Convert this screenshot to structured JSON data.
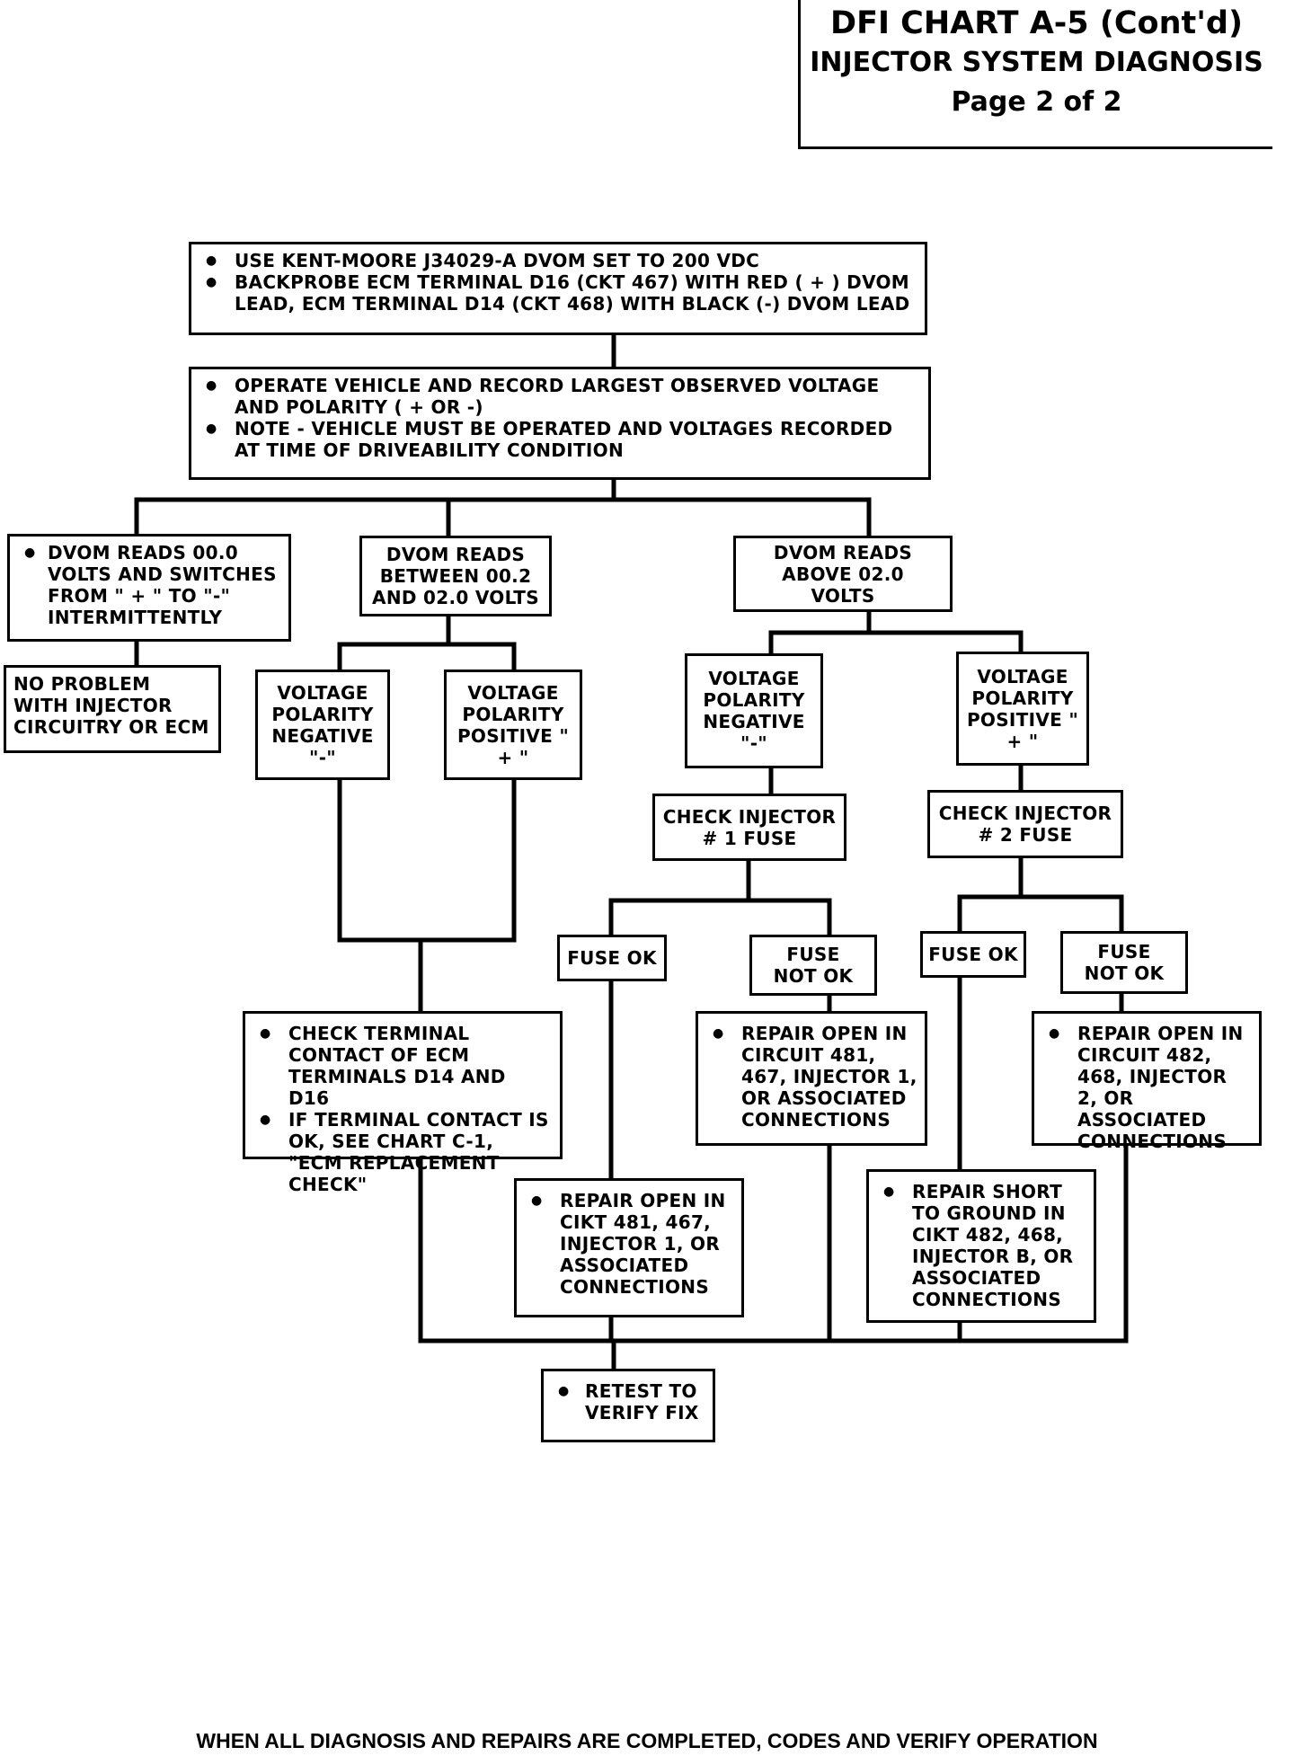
{
  "header": {
    "title": "DFI CHART A-5 (Cont'd)",
    "subtitle": "INJECTOR SYSTEM DIAGNOSIS",
    "page": "Page 2 of 2"
  },
  "steps": {
    "setup": [
      "USE KENT-MOORE J34029-A DVOM SET TO 200 VDC",
      "BACKPROBE ECM TERMINAL D16 (CKT 467) WITH RED ( + ) DVOM LEAD, ECM TERMINAL D14 (CKT 468) WITH BLACK (-) DVOM LEAD"
    ],
    "operate": [
      "OPERATE VEHICLE AND RECORD LARGEST OBSERVED VOLTAGE AND POLARITY ( + OR -)",
      "NOTE - VEHICLE MUST BE OPERATED AND VOLTAGES RECORDED AT TIME OF DRIVEABILITY CONDITION"
    ],
    "reads_zero": "DVOM READS 00.0 VOLTS AND SWITCHES FROM \" + \" TO \"-\" INTERMITTENTLY",
    "reads_between": "DVOM READS BETWEEN 00.2 AND 02.0 VOLTS",
    "reads_above": "DVOM READS ABOVE 02.0 VOLTS",
    "no_problem": "NO PROBLEM WITH INJECTOR CIRCUITRY OR ECM",
    "mid_negative": "VOLTAGE POLARITY NEGATIVE \"-\"",
    "mid_positive": "VOLTAGE POLARITY POSITIVE \" + \"",
    "high_negative": "VOLTAGE POLARITY NEGATIVE \"-\"",
    "high_positive": "VOLTAGE POLARITY POSITIVE \" + \"",
    "check_fuse_1": "CHECK INJECTOR # 1 FUSE",
    "check_fuse_2": "CHECK INJECTOR # 2 FUSE",
    "fuse1_ok": "FUSE OK",
    "fuse1_not_ok": "FUSE NOT OK",
    "fuse2_ok": "FUSE OK",
    "fuse2_not_ok": "FUSE NOT OK",
    "check_terminal": [
      "CHECK TERMINAL CONTACT OF ECM TERMINALS D14 AND D16",
      "IF TERMINAL CONTACT IS OK, SEE CHART C-1, \"ECM REPLACEMENT CHECK\""
    ],
    "repair_open_481": "REPAIR OPEN IN CIRCUIT 481, 467, INJECTOR 1, OR ASSOCIATED CONNECTIONS",
    "repair_open_482": "REPAIR OPEN IN CIRCUIT 482, 468, INJECTOR 2, OR ASSOCIATED CONNECTIONS",
    "repair_open_cikt_481": "REPAIR OPEN IN CIKT 481, 467, INJECTOR 1, OR ASSOCIATED CONNECTIONS",
    "repair_short_482": "REPAIR SHORT TO GROUND IN CIKT 482, 468, INJECTOR B, OR ASSOCIATED CONNECTIONS",
    "retest": "RETEST TO VERIFY FIX"
  },
  "footer": "WHEN ALL DIAGNOSIS AND REPAIRS ARE COMPLETED, CODES AND VERIFY OPERATION"
}
